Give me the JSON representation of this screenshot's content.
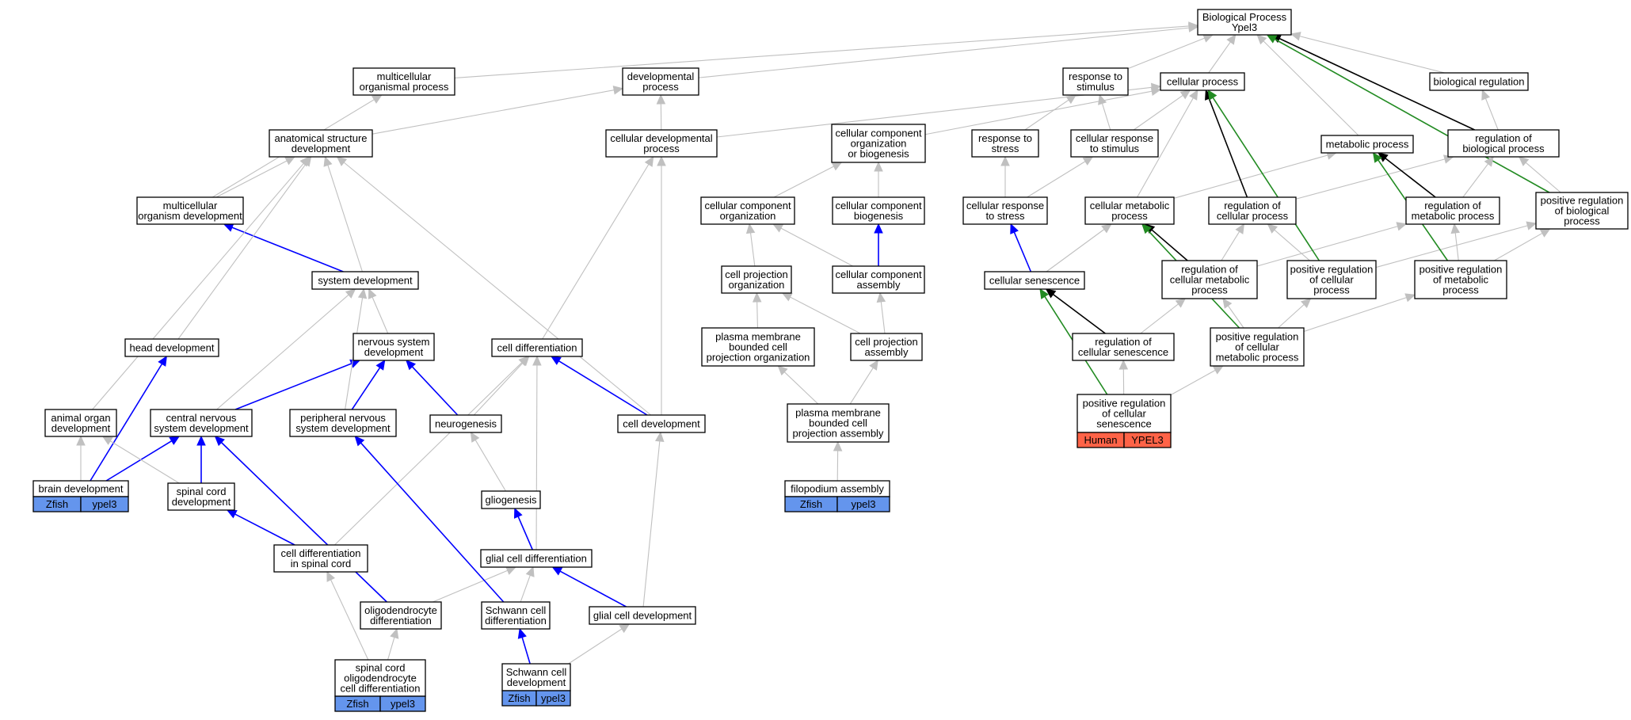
{
  "colors": {
    "is_a": "#c0c0c0",
    "part_of": "#0000ff",
    "regulates": "#000000",
    "positively_regulates": "#228b22",
    "zfish": "#6495ed",
    "human": "#ff6347"
  },
  "nodes": {
    "bp": "Biological Process\nYpel3",
    "mop": "multicellular\norganismal process",
    "devp": "developmental\nprocess",
    "rts": "response to\nstimulus",
    "cp": "cellular process",
    "breg": "biological regulation",
    "asd": "anatomical structure\ndevelopment",
    "cdp": "cellular developmental\nprocess",
    "ccob": "cellular component\norganization\nor biogenesis",
    "rtst": "response to\nstress",
    "crs": "cellular response\nto stimulus",
    "mp": "metabolic process",
    "rbp": "regulation of\nbiological process",
    "mod": "multicellular\norganism development",
    "cco": "cellular component\norganization",
    "ccb": "cellular component\nbiogenesis",
    "crst": "cellular response\nto stress",
    "cmp": "cellular metabolic\nprocess",
    "rcp": "regulation of\ncellular process",
    "rmp": "regulation of\nmetabolic process",
    "prbp": "positive regulation\nof biological\nprocess",
    "sd": "system development",
    "cpo": "cell projection\norganization",
    "cca": "cellular component\nassembly",
    "cs": "cellular senescence",
    "rcmp": "regulation of\ncellular metabolic\nprocess",
    "prcp": "positive regulation\nof cellular\nprocess",
    "prmp": "positive regulation\nof metabolic\nprocess",
    "hd": "head development",
    "nsd": "nervous system\ndevelopment",
    "cdiff": "cell differentiation",
    "pmbcpo": "plasma membrane\nbounded cell\nprojection organization",
    "cpa": "cell projection\nassembly",
    "rcs": "regulation of\ncellular senescence",
    "prcmp": "positive regulation\nof cellular\nmetabolic process",
    "aod": "animal organ\ndevelopment",
    "cnsd": "central nervous\nsystem development",
    "pnsd": "peripheral nervous\nsystem development",
    "neuro": "neurogenesis",
    "celldev": "cell development",
    "pmbcpa": "plasma membrane\nbounded cell\nprojection assembly",
    "prcs": "positive regulation\nof cellular\nsenescence",
    "bd": "brain development",
    "scd": "spinal cord\ndevelopment",
    "glio": "gliogenesis",
    "fa": "filopodium assembly",
    "cdisc": "cell differentiation\nin spinal cord",
    "gcd": "glial cell differentiation",
    "od": "oligodendrocyte\ndifferentiation",
    "scdiff": "Schwann cell\ndifferentiation",
    "gcdev": "glial cell development",
    "socd": "spinal cord\noligodendrocyte\ncell differentiation",
    "scdev": "Schwann cell\ndevelopment"
  },
  "annotations": {
    "bd": [
      "Zfish",
      "ypel3"
    ],
    "fa": [
      "Zfish",
      "ypel3"
    ],
    "socd": [
      "Zfish",
      "ypel3"
    ],
    "scdev": [
      "Zfish",
      "ypel3"
    ],
    "prcs": [
      "Human",
      "YPEL3"
    ]
  }
}
